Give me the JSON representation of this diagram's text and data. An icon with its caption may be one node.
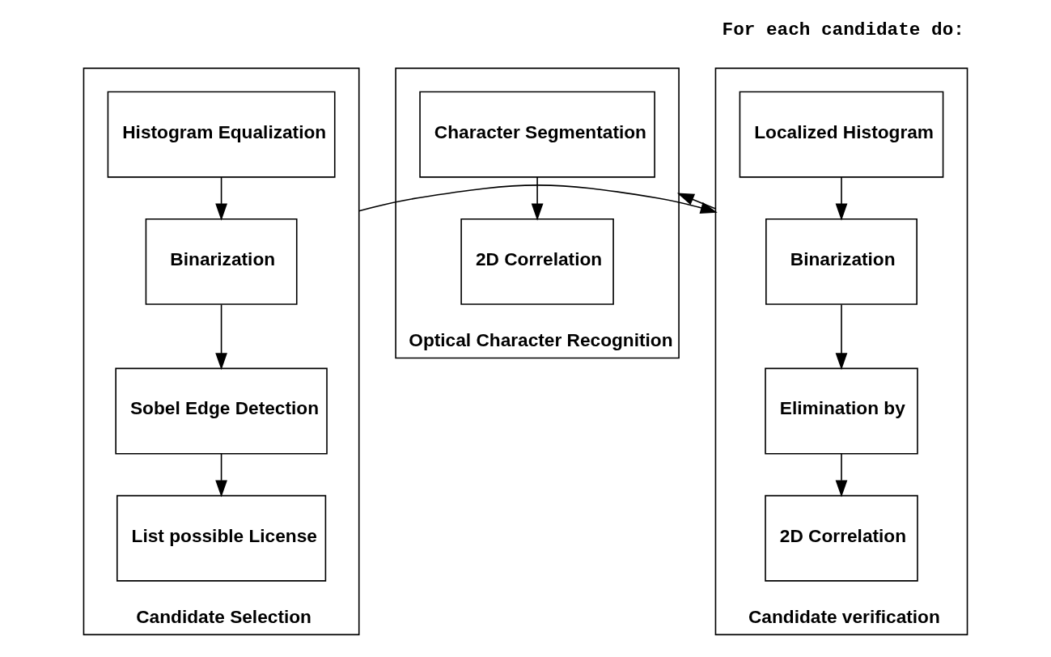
{
  "diagram": {
    "nodes": [
      {
        "text": [
          "Candidate Selection"
        ]
      },
      {
        "text": [
          "Histogram Equalization"
        ],
        "in": 0
      },
      {
        "text": [
          "Binarization"
        ],
        "in": 0
      },
      {
        "text": [
          "Sobel Edge Detection"
        ],
        "in": 0
      },
      {
        "text": [
          "List possible License"
        ],
        "in": 0
      },
      {
        "text": [
          "Candidate verification"
        ]
      },
      {
        "text": [
          "Localized Histogram"
        ],
        "in": 5
      },
      {
        "text": [
          "Binarization"
        ],
        "in": 5
      },
      {
        "text": [
          "Elimination by"
        ],
        "in": 5
      },
      {
        "text": [
          "2D Correlation"
        ],
        "in": 5
      },
      {
        "text": [
          "Optical Character Recognition"
        ]
      },
      {
        "text": [
          "Character Segmentation"
        ],
        "in": 10
      },
      {
        "text": [
          "2D Correlation"
        ],
        "in": 10
      }
    ],
    "edges": [
      {
        "from": 1,
        "to": 2,
        "arrow": "to"
      },
      {
        "from": 2,
        "to": 3,
        "arrow": "to"
      },
      {
        "from": 3,
        "to": 4,
        "arrow": "to"
      },
      {
        "from": 0,
        "to": 5,
        "arrow": "to"
      },
      {
        "from": 6,
        "to": 7,
        "arrow": "to"
      },
      {
        "from": 7,
        "to": 8,
        "arrow": "to"
      },
      {
        "from": 8,
        "to": 9,
        "arrow": "to"
      },
      {
        "from": 5,
        "to": 10,
        "arrow": "to"
      },
      {
        "from": 11,
        "to": 12,
        "arrow": "to"
      }
    ],
    "labels": [
      "For each candidate do:"
    ]
  }
}
